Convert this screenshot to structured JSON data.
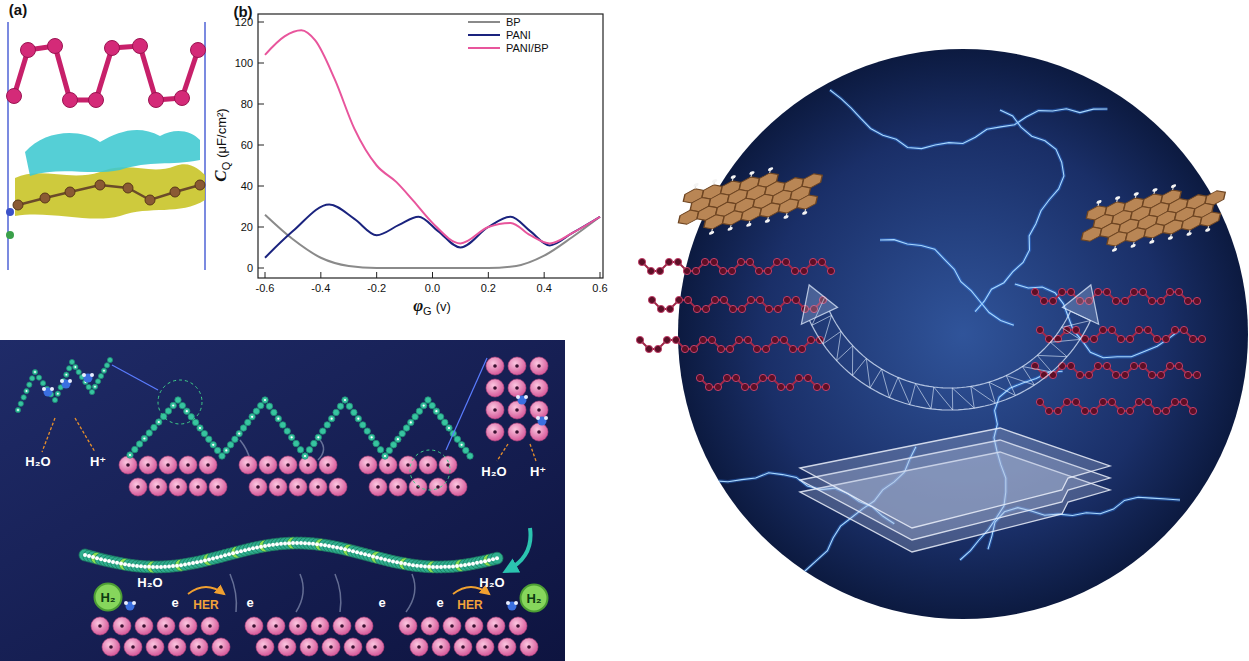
{
  "diagram": {
    "nodes": [
      {
        "text": [
          "H₂"
        ]
      },
      {
        "text": [
          "H₂"
        ]
      }
    ],
    "labels": [
      "(a)",
      "(b)",
      "120",
      "100",
      "80",
      "60",
      "40",
      "20",
      "0",
      "-0.6",
      "-0.4",
      "-0.2",
      "0.0",
      "0.2",
      "0.4",
      "0.6",
      "C",
      "Q",
      "(μF/cm²)",
      "φ",
      "G",
      "(v)",
      "H₂O",
      "H⁺",
      "H₂O",
      "H⁺",
      "H₂O",
      "HER",
      "e",
      "e",
      "e",
      "HER",
      "e",
      "H₂O"
    ],
    "legend": [
      {
        "text": "BP"
      },
      {
        "text": "PANI"
      },
      {
        "text": "PANI/BP"
      }
    ]
  }
}
